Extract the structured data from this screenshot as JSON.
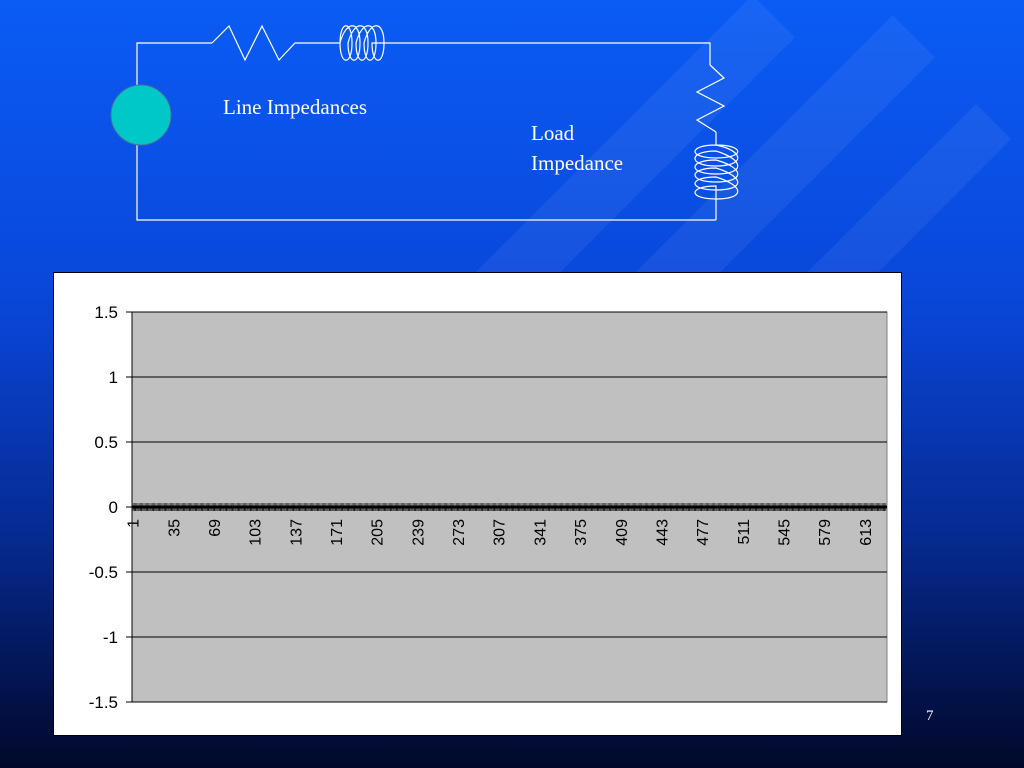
{
  "slide": {
    "page_number": "7",
    "background_top": "#0a5cf5",
    "background_bottom": "#01082a"
  },
  "circuit": {
    "line_label": "Line Impedances",
    "load_label_line1": "Load",
    "load_label_line2": "Impedance",
    "source_color": "#00c8c8",
    "wire_color": "#ffffff"
  },
  "chart_data": {
    "type": "line",
    "title": "",
    "xlabel": "",
    "ylabel": "",
    "ylim": [
      -1.5,
      1.5
    ],
    "y_ticks": [
      "1.5",
      "1",
      "0.5",
      "0",
      "-0.5",
      "-1",
      "-1.5"
    ],
    "y_tick_values": [
      1.5,
      1,
      0.5,
      0,
      -0.5,
      -1,
      -1.5
    ],
    "x_range": [
      1,
      631
    ],
    "x_tick_labels": [
      "1",
      "35",
      "69",
      "103",
      "137",
      "171",
      "205",
      "239",
      "273",
      "307",
      "341",
      "375",
      "409",
      "443",
      "477",
      "511",
      "545",
      "579",
      "613"
    ],
    "plot_background": "#c0c0c0",
    "grid": true,
    "series": [
      {
        "values_constant": 0,
        "color": "#000000"
      }
    ]
  }
}
